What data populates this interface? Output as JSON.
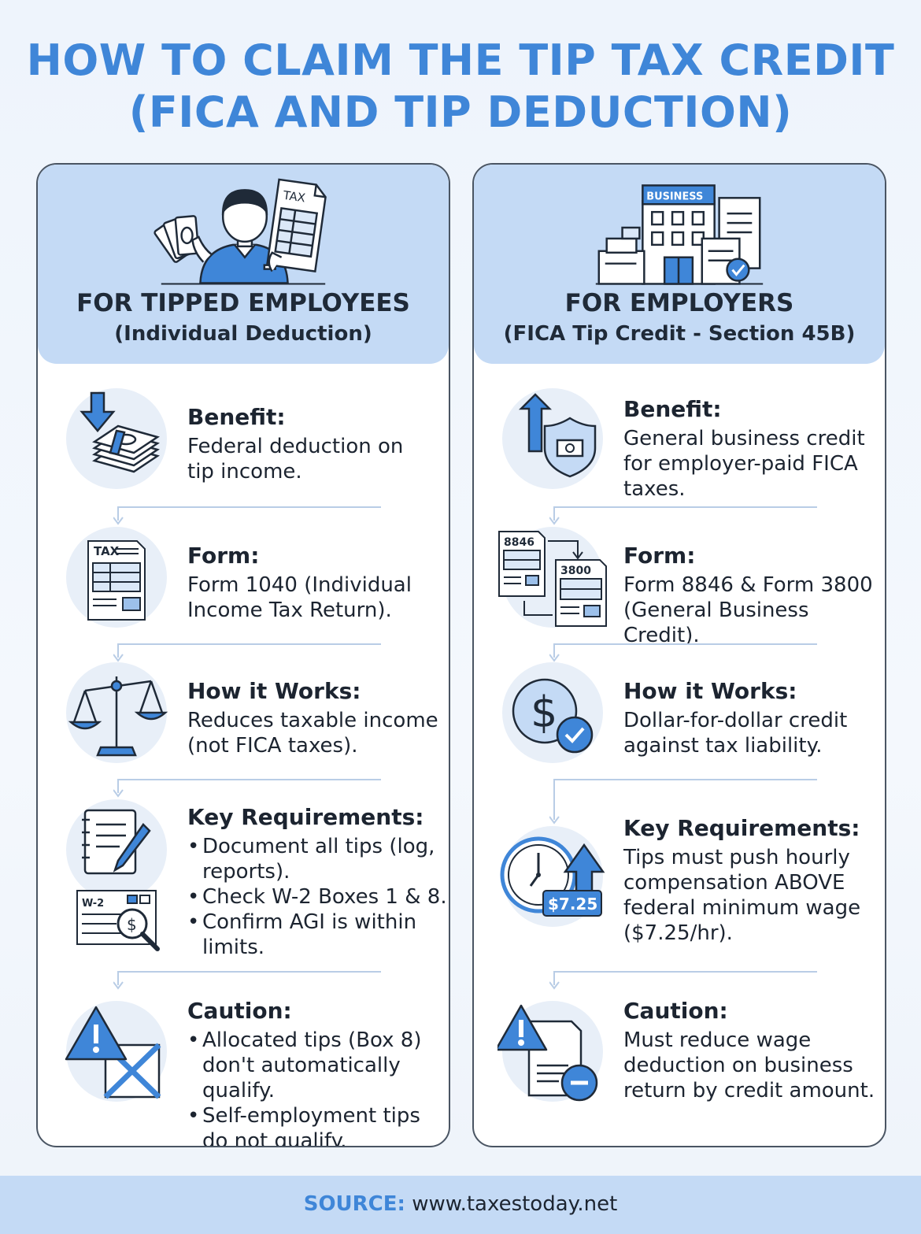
{
  "title": {
    "line1": "HOW TO CLAIM THE TIP TAX CREDIT",
    "line2": "(FICA AND TIP DEDUCTION)"
  },
  "employees": {
    "heading": "FOR TIPPED EMPLOYEES",
    "subheading": "(Individual Deduction)",
    "illustration_label": "TAX",
    "items": [
      {
        "title": "Benefit:",
        "lines": [
          "Federal deduction on",
          "tip income."
        ],
        "icon": "money-down-icon"
      },
      {
        "title": "Form:",
        "lines": [
          "Form 1040 (Individual",
          "Income Tax Return)."
        ],
        "icon": "tax-form-icon",
        "icon_label": "TAX"
      },
      {
        "title": "How it Works:",
        "lines": [
          "Reduces taxable income",
          "(not FICA taxes)."
        ],
        "icon": "scale-icon"
      },
      {
        "title": "Key Requirements:",
        "bullets": [
          [
            "Document all tips (log,",
            "reports)."
          ],
          [
            "Check W-2 Boxes 1 & 8."
          ],
          [
            "Confirm AGI is within",
            "limits."
          ]
        ],
        "icon": "notepad-icon",
        "icon_label": "W-2"
      },
      {
        "title": "Caution:",
        "bullets": [
          [
            "Allocated tips (Box 8)",
            "don't automatically qualify."
          ],
          [
            "Self-employment tips",
            "do not qualify."
          ]
        ],
        "icon": "warning-icon"
      }
    ]
  },
  "employers": {
    "heading": "FOR EMPLOYERS",
    "subheading": "(FICA Tip Credit - Section 45B)",
    "illustration_label": "BUSINESS",
    "items": [
      {
        "title": "Benefit:",
        "lines": [
          "General business credit",
          "for employer-paid FICA",
          "taxes."
        ],
        "icon": "shield-up-icon"
      },
      {
        "title": "Form:",
        "lines": [
          "Form 8846 & Form 3800",
          "(General Business Credit)."
        ],
        "icon": "forms-icon",
        "icon_labels": [
          "8846",
          "3800"
        ]
      },
      {
        "title": "How it Works:",
        "lines": [
          "Dollar-for-dollar credit",
          "against tax liability."
        ],
        "icon": "dollar-check-icon"
      },
      {
        "title": "Key Requirements:",
        "lines": [
          "Tips must push hourly",
          "compensation ABOVE",
          "federal minimum wage",
          "($7.25/hr)."
        ],
        "icon": "clock-icon",
        "icon_label": "$7.25"
      },
      {
        "title": "Caution:",
        "lines": [
          "Must reduce wage",
          "deduction on business",
          "return by credit amount."
        ],
        "icon": "warning-minus-icon"
      }
    ]
  },
  "source": {
    "label": "SOURCE:",
    "url": "www.taxestoday.net"
  },
  "colors": {
    "accent": "#3f86d8",
    "panel": "#c4daf5",
    "ink": "#1c2430"
  }
}
